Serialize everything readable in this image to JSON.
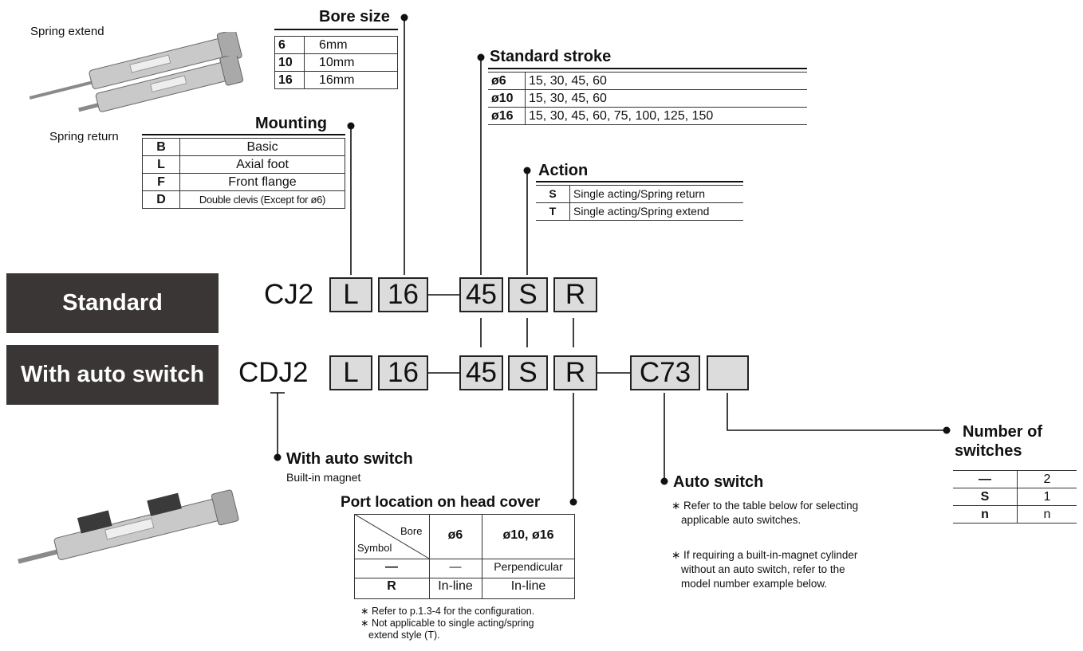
{
  "images": {
    "spring_caption_top": "Spring extend",
    "spring_caption_bottom": "Spring return"
  },
  "bore_size": {
    "title": "Bore size",
    "rows": [
      {
        "code": "6",
        "value": "6mm"
      },
      {
        "code": "10",
        "value": "10mm"
      },
      {
        "code": "16",
        "value": "16mm"
      }
    ]
  },
  "mounting": {
    "title": "Mounting",
    "rows": [
      {
        "code": "B",
        "value": "Basic"
      },
      {
        "code": "L",
        "value": "Axial foot"
      },
      {
        "code": "F",
        "value": "Front flange"
      },
      {
        "code": "D",
        "value": "Double clevis (Except for ø6)"
      }
    ]
  },
  "standard_stroke": {
    "title": "Standard stroke",
    "rows": [
      {
        "code": "ø6",
        "value": "15, 30, 45, 60"
      },
      {
        "code": "ø10",
        "value": "15, 30, 45, 60"
      },
      {
        "code": "ø16",
        "value": "15, 30, 45, 60, 75, 100, 125, 150"
      }
    ]
  },
  "action": {
    "title": "Action",
    "rows": [
      {
        "code": "S",
        "value": "Single acting/Spring return"
      },
      {
        "code": "T",
        "value": "Single acting/Spring extend"
      }
    ]
  },
  "model_rows": {
    "standard_label": "Standard",
    "auto_switch_label": "With auto switch",
    "standard_prefix": "CJ2",
    "auto_prefix": "CDJ2",
    "codes": {
      "mounting": "L",
      "bore": "16",
      "stroke": "45",
      "action": "S",
      "port": "R",
      "switch": "C73",
      "count": ""
    }
  },
  "with_auto_switch": {
    "title": "With auto switch",
    "subtitle": "Built-in magnet"
  },
  "port_location": {
    "title": "Port location on head cover",
    "header_bore": "Bore",
    "header_symbol": "Symbol",
    "col1": "ø6",
    "col2": "ø10, ø16",
    "rows": [
      {
        "symbol": "—",
        "c1": "—",
        "c2": "Perpendicular"
      },
      {
        "symbol": "R",
        "c1": "In-line",
        "c2": "In-line"
      }
    ],
    "notes": [
      "∗ Refer to p.1.3-4 for the configuration.",
      "∗ Not applicable to single acting/spring",
      "extend style (T)."
    ]
  },
  "auto_switch": {
    "title": "Auto switch",
    "note1_a": "∗ Refer to the table below for selecting",
    "note1_b": "applicable auto switches.",
    "note2_a": "∗ If requiring a built-in-magnet cylinder",
    "note2_b": "without an auto switch, refer to the",
    "note2_c": "model number example below."
  },
  "number_of_switches": {
    "title_line1": "Number of",
    "title_line2": "switches",
    "rows": [
      {
        "code": "—",
        "value": "2"
      },
      {
        "code": "S",
        "value": "1"
      },
      {
        "code": "n",
        "value": "n"
      }
    ]
  }
}
